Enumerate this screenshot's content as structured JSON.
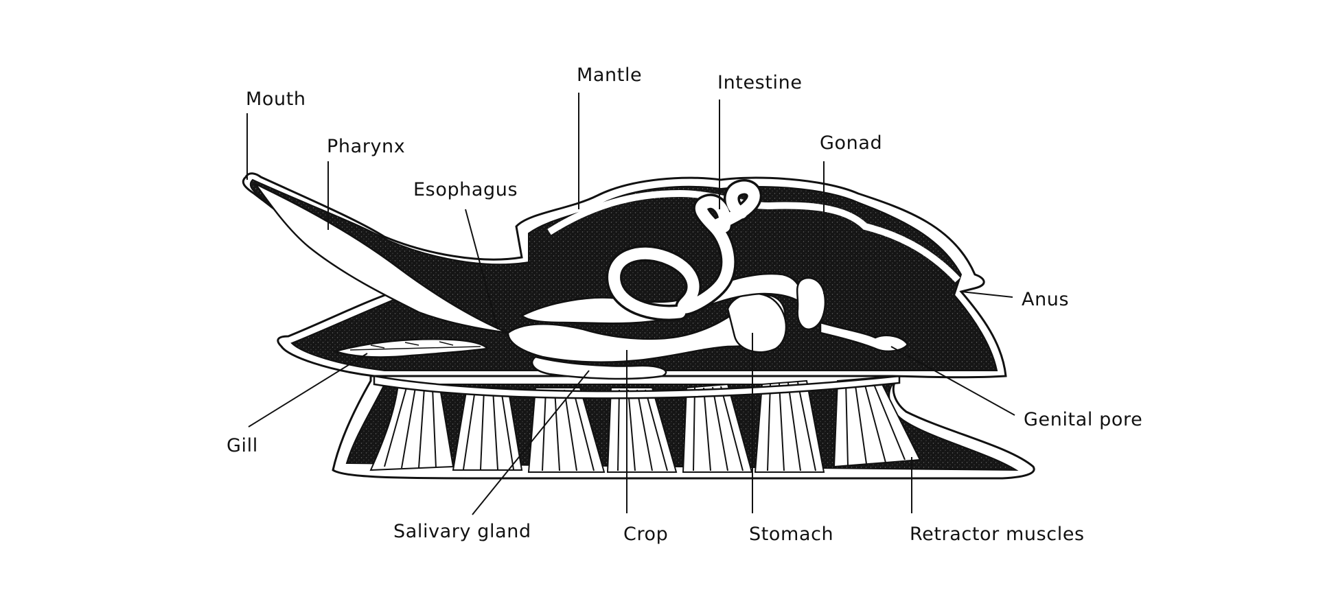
{
  "labels": {
    "mouth": "Mouth",
    "pharynx": "Pharynx",
    "esophagus": "Esophagus",
    "mantle": "Mantle",
    "intestine": "Intestine",
    "gonad": "Gonad",
    "anus": "Anus",
    "genital_pore": "Genital pore",
    "gill": "Gill",
    "salivary_gland": "Salivary gland",
    "crop": "Crop",
    "stomach": "Stomach",
    "retractor_muscles": "Retractor muscles"
  },
  "colors": {
    "ink": "#111111",
    "background": "#ffffff"
  }
}
